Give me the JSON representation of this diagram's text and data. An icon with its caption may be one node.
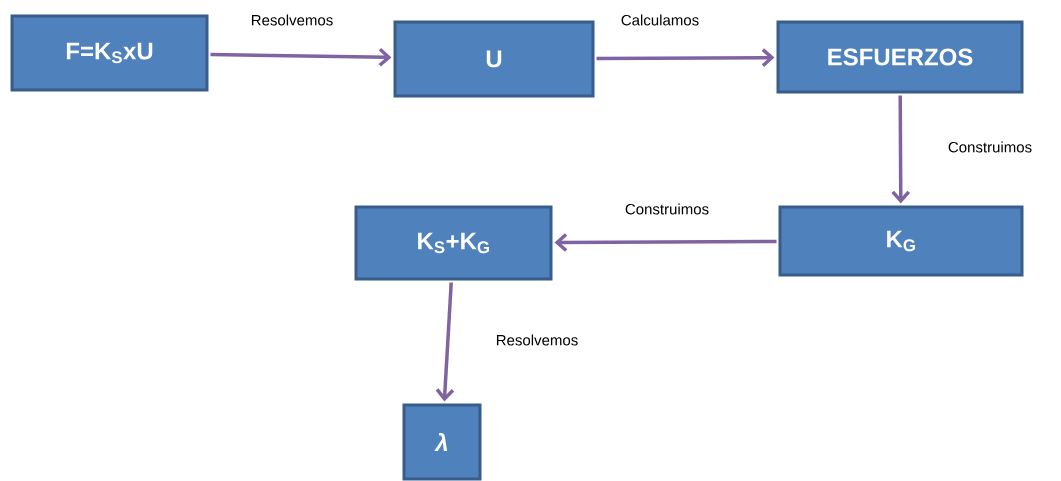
{
  "diagram": {
    "nodes": [
      {
        "text": [
          "F=K$_{S}$xU"
        ]
      },
      {
        "text": [
          "U"
        ]
      },
      {
        "text": [
          "ESFUERZOS"
        ]
      },
      {
        "text": [
          "K$_{S}$+K$_{G}$"
        ]
      },
      {
        "text": [
          "K$_{G}$"
        ]
      },
      {
        "text": [
          "λ"
        ]
      }
    ],
    "edges": [
      {
        "from": 0,
        "to": 1,
        "arrow": "to",
        "label": "Resolvemos"
      },
      {
        "from": 1,
        "to": 2,
        "arrow": "to",
        "label": "Calculamos"
      },
      {
        "from": 2,
        "to": 4,
        "arrow": "to",
        "label": "Construimos"
      },
      {
        "from": 4,
        "to": 3,
        "arrow": "to",
        "label": "Construimos"
      },
      {
        "from": 3,
        "to": 5,
        "arrow": "to",
        "label": "Resolvemos"
      }
    ]
  }
}
